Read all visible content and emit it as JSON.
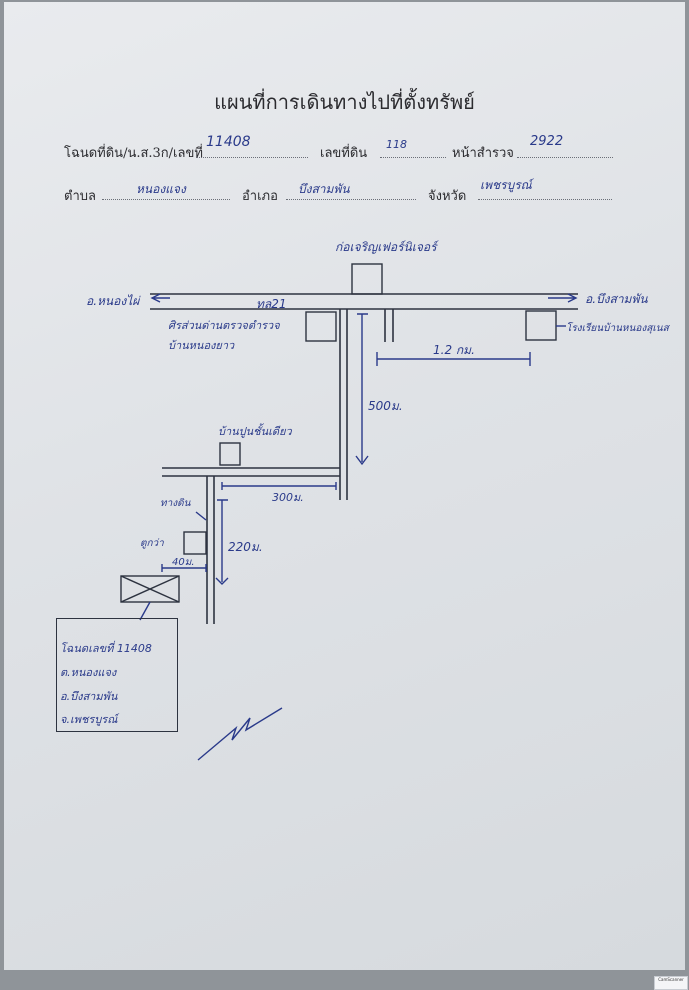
{
  "header": {
    "title": "แผนที่การเดินทางไปที่ตั้งทรัพย์"
  },
  "form": {
    "deed_label": "โฉนดที่ดิน/น.ส.3ก/เลขที่",
    "deed_no": "11408",
    "land_no_label": "เลขที่ดิน",
    "land_no": "118",
    "survey_page_label": "หน้าสำรวจ",
    "survey_page": "2922",
    "subdistrict_label": "ตำบล",
    "subdistrict": "หนองแจง",
    "district_label": "อำเภอ",
    "district": "บึงสามพัน",
    "province_label": "จังหวัด",
    "province": "เพชรบูรณ์"
  },
  "map": {
    "store_label": "ก่อเจริญเฟอร์นิเจอร์",
    "west_label": "อ.หนองไผ่",
    "east_label": "อ.บึงสามพัน",
    "highway_label": "ทล21",
    "police_label": "ศิรส่วนด่านตรวจตำรวจ",
    "village_label": "บ้านหนองยาว",
    "school_label": "โรงเรียนบ้านหนองสุเนส",
    "dist_east": "1.2 กม.",
    "dist_south": "500ม.",
    "house_label": "บ้านปูนชั้นเดียว",
    "dist_lane": "300ม.",
    "path_label": "ทางดิน",
    "dist_side": "220ม.",
    "hut_label": "ตูกว่า",
    "dist_plot": "40ม."
  },
  "owner": {
    "line1": "โฉนดเลขที่ 11408",
    "line2": "ต.หนองแจง",
    "line3": "อ.บึงสามพัน",
    "line4": "จ.เพชรบูรณ์"
  },
  "footer": {
    "watermark": "CamScanner"
  }
}
